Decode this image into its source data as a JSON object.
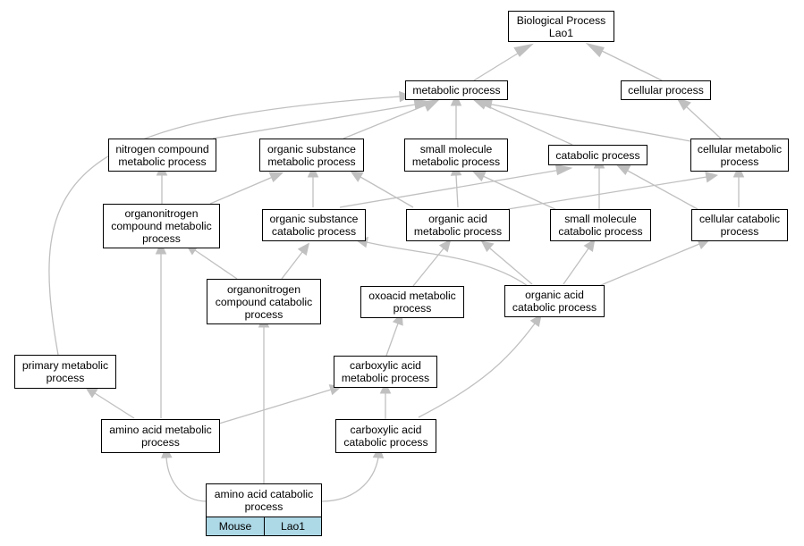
{
  "diagram": {
    "nodes": {
      "bp": "Biological Process\nLao1",
      "metabolic": "metabolic process",
      "cellular": "cellular process",
      "nitrogen": "nitrogen compound\nmetabolic process",
      "orgsub": "organic substance\nmetabolic process",
      "smallmol": "small molecule\nmetabolic process",
      "catabolic": "catabolic process",
      "cellmet": "cellular metabolic\nprocess",
      "orgnitro": "organonitrogen\ncompound metabolic\nprocess",
      "orgsubcat": "organic substance\ncatabolic process",
      "orgacid": "organic acid\nmetabolic process",
      "smallcat": "small molecule\ncatabolic process",
      "cellcat": "cellular catabolic\nprocess",
      "orgnitrocat": "organonitrogen\ncompound catabolic\nprocess",
      "oxoacid": "oxoacid metabolic\nprocess",
      "orgacidcat": "organic acid\ncatabolic process",
      "primary": "primary metabolic\nprocess",
      "carbmet": "carboxylic acid\nmetabolic process",
      "aamet": "amino acid metabolic\nprocess",
      "carbcat": "carboxylic acid\ncatabolic process",
      "aacat": "amino acid catabolic\nprocess"
    },
    "tags": {
      "species": "Mouse",
      "gene": "Lao1"
    }
  }
}
